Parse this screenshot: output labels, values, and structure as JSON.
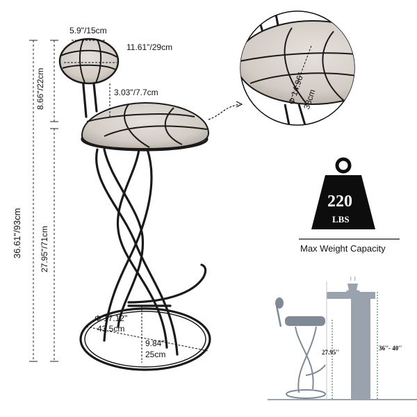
{
  "dimensions": {
    "backrest_width": "5.9\"/15cm",
    "backrest_height": "11.61\"/29cm",
    "backrest_tall": "8.66\"/22cm",
    "back_post_gap": "3.03\"/7.7cm",
    "total_height": "36.61\"/93cm",
    "seat_height": "27.95\"/71cm",
    "base_diameter_in": "Φ 17.12\"",
    "base_diameter_cm": "43.5cm",
    "footrest_height_in": "9.84\"",
    "footrest_height_cm": "25cm",
    "seat_diameter_in": "Φ 14.96\"",
    "seat_diameter_cm": "38cm"
  },
  "capacity": {
    "value": "220",
    "unit": "LBS",
    "caption": "Max Weight Capacity"
  },
  "comparison": {
    "stool_height": "27.95''",
    "counter_height": "36''- 40''"
  },
  "colors": {
    "frame": "#1a1a1a",
    "cushion": "#d6d0c9",
    "cushion_shade": "#b9b2aa",
    "weight": "#0d0d0d",
    "diagram_frame": "#7f8a96",
    "diagram_counter": "#9aa3ad",
    "dim_line": "#2d6a3e"
  },
  "icons": [
    "weight-icon",
    "coffee-cup-icon"
  ]
}
